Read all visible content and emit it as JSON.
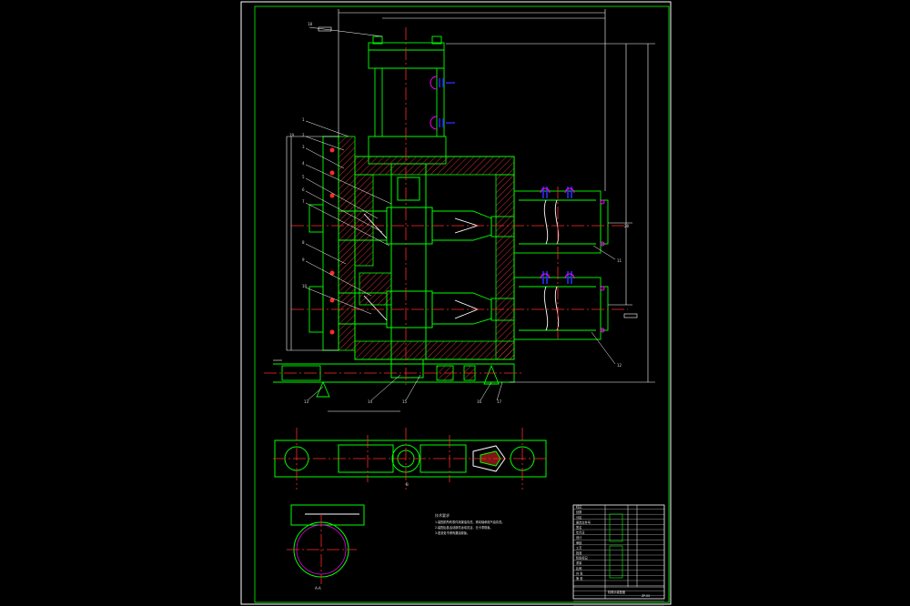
{
  "drawing": {
    "colors": {
      "background": "#000000",
      "frame": "#ffffff",
      "part_outline": "#00ff00",
      "center_line": "#ff2a2a",
      "dimension": "#ffffff",
      "hatch": "#ff4040",
      "fastener": "#2a2aff",
      "fastener_alt": "#ff00ff",
      "text": "#e0e0e0"
    },
    "leader_labels": [
      "1",
      "2",
      "3",
      "4",
      "5",
      "6",
      "7",
      "8",
      "9",
      "10",
      "11",
      "12",
      "13",
      "14",
      "15",
      "16",
      "17",
      "18",
      "19",
      "20"
    ],
    "notes": {
      "heading": "技术要求",
      "lines": [
        "1.装配前所有零件用煤油清洗，滚动轴承用汽油清洗。",
        "2.装配后各活动部件运动灵活，无卡滞现象。",
        "3.密封处不得有漏油现象。"
      ]
    },
    "section_label": "A-A",
    "view_label": "B",
    "title_block": {
      "rows": [
        "标记",
        "处数",
        "分区",
        "更改文件号",
        "签名",
        "年月日",
        "设计",
        "审核",
        "工艺",
        "批准",
        "阶段标记",
        "重量",
        "比例",
        "共 张",
        "第 张",
        "",
        "",
        "",
        "",
        ""
      ],
      "name": "机械手装配图",
      "drawing_no": "ZP-00"
    }
  }
}
